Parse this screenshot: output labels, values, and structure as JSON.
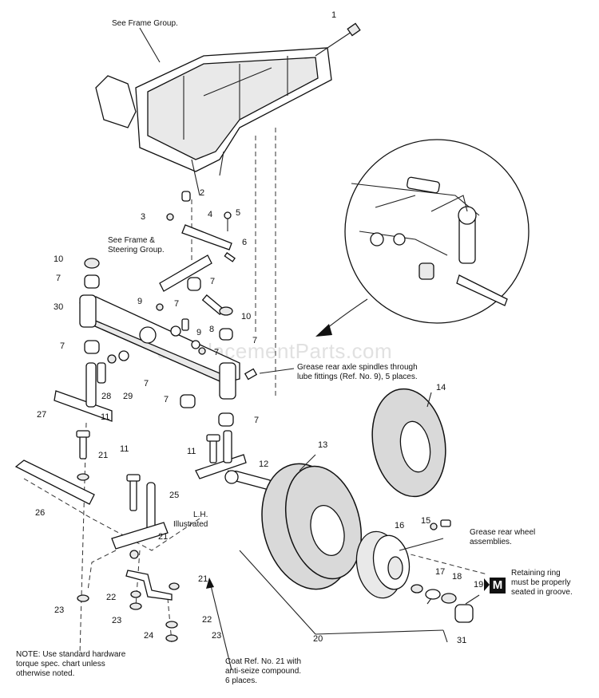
{
  "notes": {
    "frame_group": "See Frame Group.",
    "frame_steering": "See Frame &\nSteering Group.",
    "grease_axle": "Grease rear axle spindles through\nlube fittings (Ref. No. 9), 5 places.",
    "lh_illustrated": "L.H.\nIllustrated",
    "grease_wheel": "Grease rear wheel\nassemblies.",
    "retaining_ring": "Retaining ring\nmust be properly\nseated in groove.",
    "m_symbol": "M",
    "coat_ref": "Coat Ref. No. 21 with\nanti-seize compound.\n6 places.",
    "hardware_note": "NOTE: Use standard hardware\ntorque spec. chart unless\notherwise noted.",
    "watermark": "eReplacementParts.com"
  },
  "part_numbers": [
    "1",
    "2",
    "3",
    "4",
    "5",
    "6",
    "10",
    "7",
    "7",
    "9",
    "7",
    "30",
    "8",
    "10",
    "9",
    "7",
    "7",
    "7",
    "28",
    "29",
    "7",
    "27",
    "7",
    "7",
    "11",
    "11",
    "21",
    "11",
    "12",
    "13",
    "14",
    "26",
    "25",
    "21",
    "15",
    "16",
    "23",
    "22",
    "23",
    "24",
    "21",
    "22",
    "23",
    "17",
    "18",
    "19",
    "20",
    "31"
  ]
}
